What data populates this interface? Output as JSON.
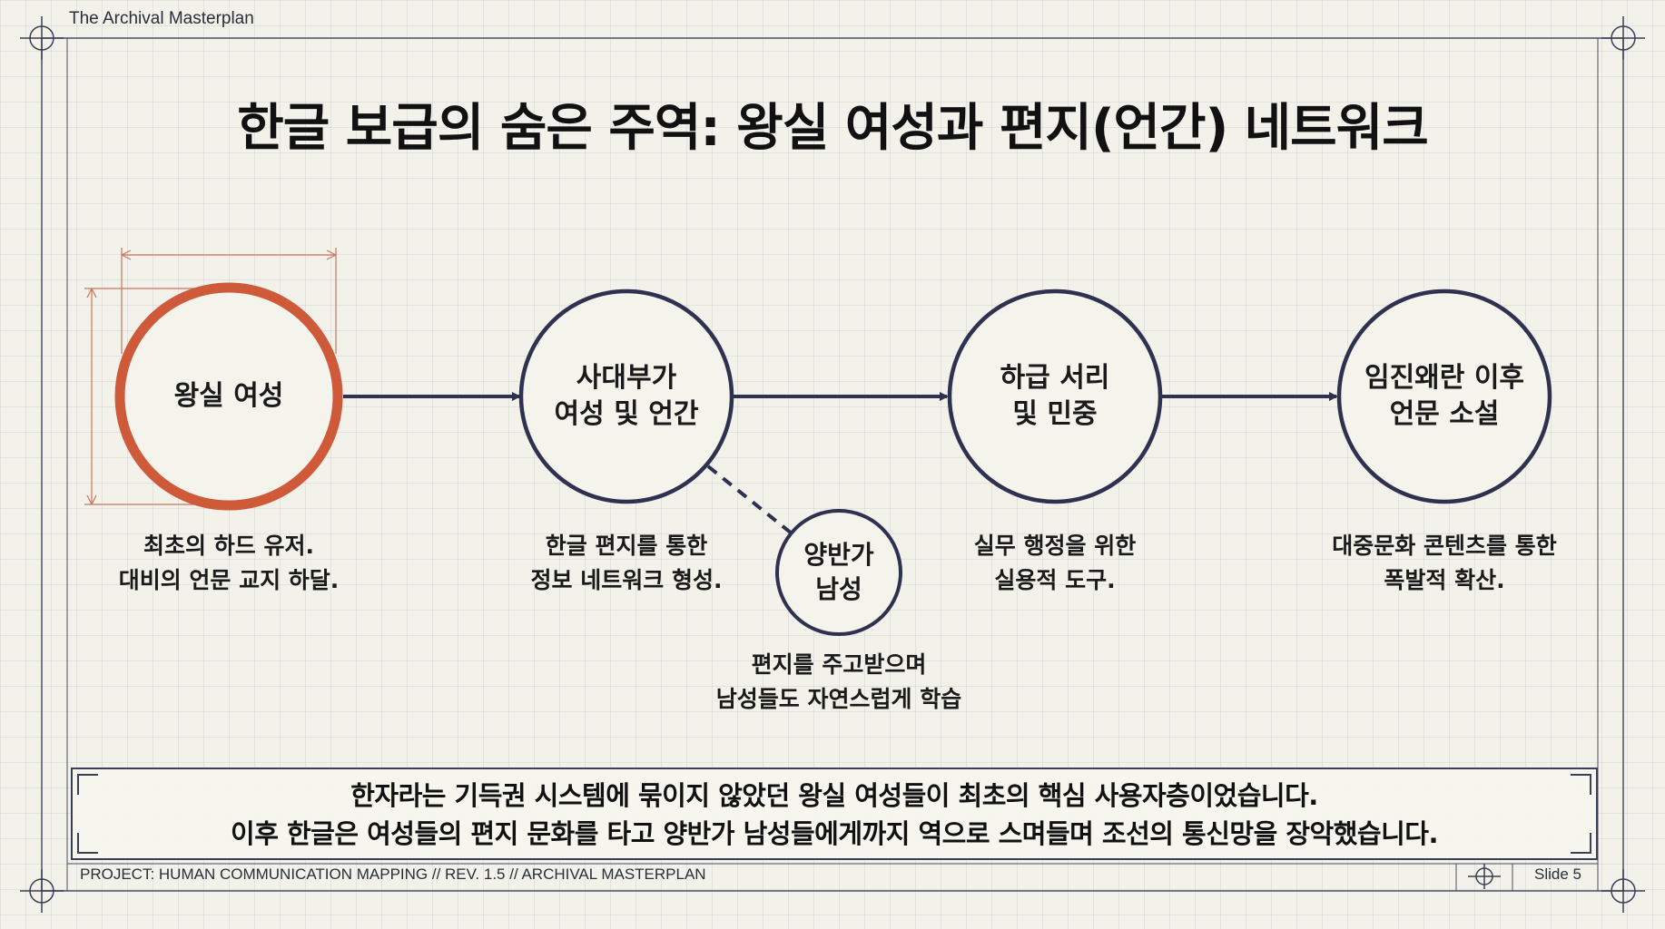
{
  "header": {
    "project_label": "The Archival Masterplan"
  },
  "title": "한글 보급의 숨은 주역: 왕실 여성과 편지(언간) 네트워크",
  "colors": {
    "accent": "#cf5a3a",
    "ink": "#2e3150",
    "background": "#f2f1ea"
  },
  "nodes": [
    {
      "label": "왕실 여성",
      "desc": "최초의 하드 유저.\n대비의 언문 교지 하달."
    },
    {
      "label": "사대부가\n여성 및 언간",
      "desc": "한글 편지를 통한\n정보 네트워크 형성."
    },
    {
      "label": "하급 서리\n및 민중",
      "desc": "실무 행정을 위한\n실용적 도구."
    },
    {
      "label": "임진왜란 이후\n언문 소설",
      "desc": "대중문화 콘텐츠를 통한\n폭발적 확산."
    }
  ],
  "branch": {
    "label": "양반가\n남성",
    "desc": "편지를 주고받으며\n남성들도 자연스럽게 학습"
  },
  "summary": {
    "text": "한자라는 기득권 시스템에 묶이지 않았던 왕실 여성들이 최초의 핵심 사용자층이었습니다.\n이후 한글은 여성들의 편지 문화를 타고 양반가 남성들에게까지 역으로 스며들며 조선의 통신망을 장악했습니다."
  },
  "footer": {
    "project": "PROJECT: HUMAN COMMUNICATION MAPPING // REV. 1.5 // ARCHIVAL MASTERPLAN",
    "slide": "Slide 5"
  }
}
